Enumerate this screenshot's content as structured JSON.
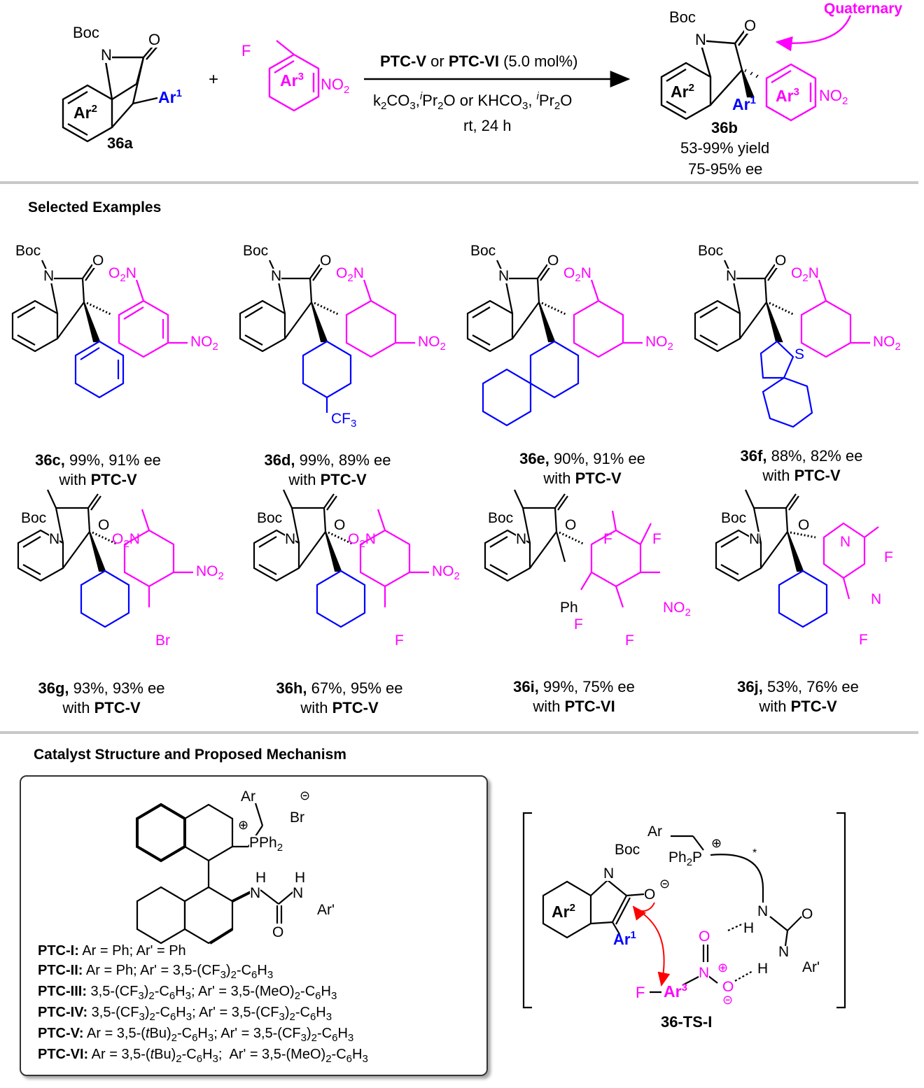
{
  "scheme": {
    "reactant_1": {
      "label": "36a",
      "boc": "Boc",
      "n": "N",
      "o": "O",
      "ar1": "Ar",
      "ar1_sup": "1",
      "ar2": "Ar",
      "ar2_sup": "2"
    },
    "plus": "+",
    "reactant_2": {
      "f": "F",
      "ar3": "Ar",
      "ar3_sup": "3",
      "no2": "NO"
    },
    "conditions": {
      "cat_a": "PTC-V",
      "or": "or",
      "cat_b": "PTC-VI",
      "loading": "(5.0 mol%)",
      "line2": "k2CO3,iPr2O or KHCO3, iPr2O",
      "line3": "rt, 24 h"
    },
    "product": {
      "label": "36b",
      "yield": "53-99% yield",
      "ee": "75-95% ee",
      "quaternary": "Quaternary"
    }
  },
  "sections": {
    "examples_title": "Selected Examples",
    "catalyst_title": "Catalyst Structure and Proposed Mechanism"
  },
  "examples": [
    {
      "id": "36c",
      "result": "99%, 91% ee",
      "with": "with",
      "catalyst": "PTC-V"
    },
    {
      "id": "36d",
      "result": "99%, 89% ee",
      "with": "with",
      "catalyst": "PTC-V"
    },
    {
      "id": "36e",
      "result": "90%, 91% ee",
      "with": "with",
      "catalyst": "PTC-V"
    },
    {
      "id": "36f",
      "result": "88%, 82% ee",
      "with": "with",
      "catalyst": "PTC-V"
    },
    {
      "id": "36g",
      "result": "93%, 93% ee",
      "with": "with",
      "catalyst": "PTC-V"
    },
    {
      "id": "36h",
      "result": "67%, 95% ee",
      "with": "with",
      "catalyst": "PTC-V"
    },
    {
      "id": "36i",
      "result": "99%, 75% ee",
      "with": "with",
      "catalyst": "PTC-VI"
    },
    {
      "id": "36j",
      "result": "53%, 76% ee",
      "with": "with",
      "catalyst": "PTC-V"
    }
  ],
  "catalysts": [
    {
      "name": "PTC-I:",
      "desc": "Ar = Ph; Ar' = Ph"
    },
    {
      "name": "PTC-II:",
      "desc": "Ar = Ph; Ar' = 3,5-(CF3)2-C6H3"
    },
    {
      "name": "PTC-III:",
      "desc": "3,5-(CF3)2-C6H3; Ar' = 3,5-(MeO)2-C6H3"
    },
    {
      "name": "PTC-IV:",
      "desc": "3,5-(CF3)2-C6H3; Ar' = 3,5-(CF3)2-C6H3"
    },
    {
      "name": "PTC-V:",
      "desc": "Ar = 3,5-(tBu)2-C6H3; Ar' = 3,5-(CF3)2-C6H3"
    },
    {
      "name": "PTC-VI:",
      "desc": "Ar = 3,5-(tBu)2-C6H3;  Ar' = 3,5-(MeO)2-C6H3"
    }
  ],
  "catalyst_structure": {
    "ar": "Ar",
    "br": "Br",
    "pph2": "PPh",
    "h1": "H",
    "h2": "H",
    "n1": "N",
    "n2": "N",
    "ar_prime": "Ar'",
    "o": "O"
  },
  "transition_state": {
    "label": "36-TS-I",
    "boc": "Boc",
    "ar": "Ar",
    "ph2p": "Ph",
    "f": "F",
    "ar3": "Ar",
    "ar1": "Ar",
    "ar2": "Ar",
    "ar_prime": "Ar'"
  },
  "colors": {
    "reagent": "#ff00ff",
    "aryl": "#0000ff",
    "arrow": "#ff0000",
    "divider": "#c8c8c8"
  }
}
